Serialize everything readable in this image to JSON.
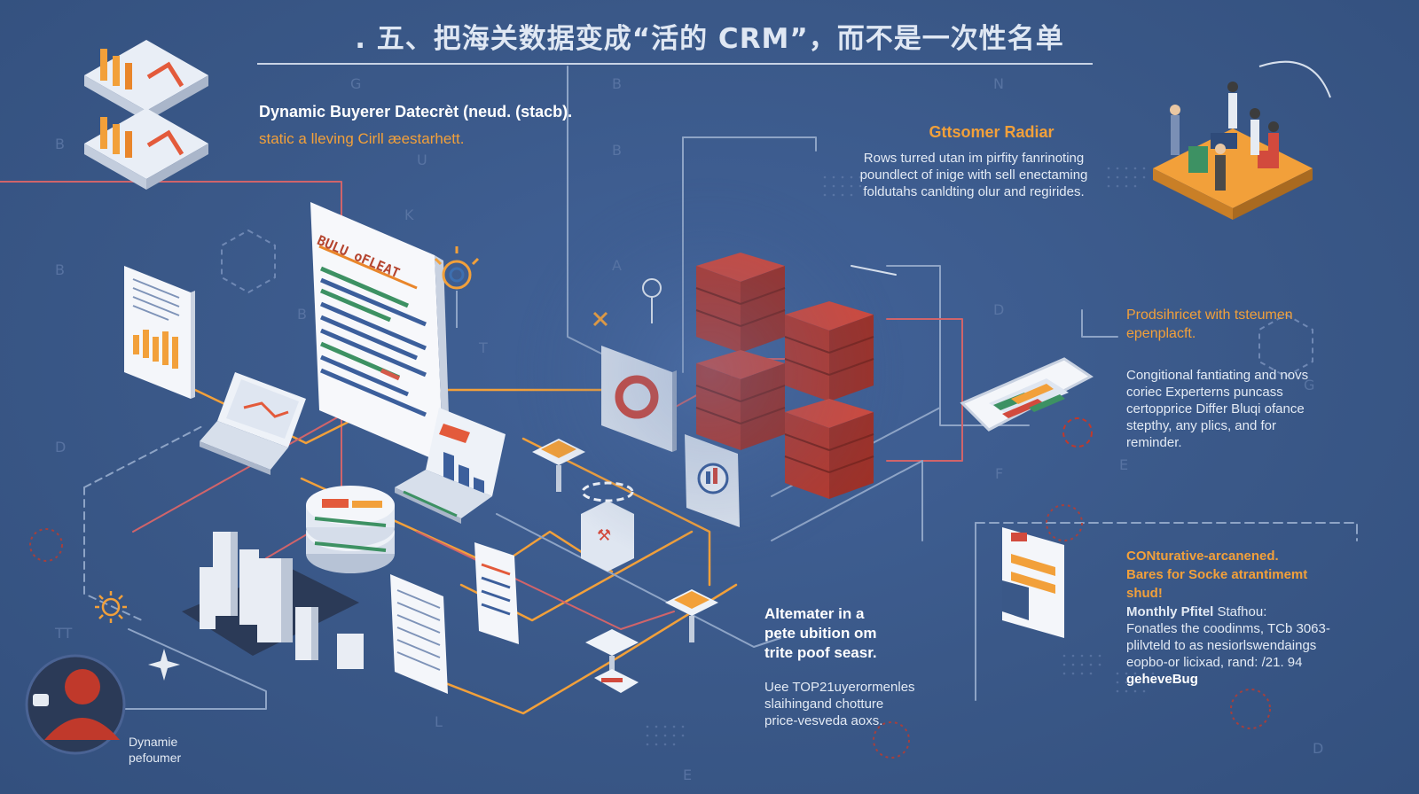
{
  "title": ". 五、把海关数据变成“活的 CRM”，而不是一次性名单",
  "top_left": {
    "heading": "Dynamic Buyerer Datecrèt (neud. (stacb).",
    "subheading": "static a lleving Cirll æestarhett."
  },
  "customer_radar": {
    "heading": "Gttsomer Radiar",
    "body": [
      "Rows turred utan im pirfity fanrinoting",
      "poundlect of inige with sell enectaming",
      "foldutahs canldting olur and regirides."
    ]
  },
  "right_mid": {
    "heading": [
      "Prodsihricet with tsteumen",
      "epenplacft."
    ],
    "body": [
      "Congitional fantiating and novs",
      "coriec Experterns puncass",
      "certopprice Differ Bluqi ofance",
      "stepthy, any plics, and for",
      "reminder."
    ]
  },
  "bottom_right": {
    "heading": [
      "CONturative-arcanened.",
      "Bares for Socke atrantimemt",
      "shud!"
    ],
    "lead_bold": "Monthly Pfitel",
    "lead_rest": " Stafhou:",
    "body": [
      "Fonatles the coodinms, TCb 3063-",
      "plilvteld to as nesiorlswendaings",
      "eopbo-or licixad, rand: /21. 94"
    ],
    "tail": "geheveBug"
  },
  "center_bottom": {
    "heading": [
      "Altemater in a",
      "pete ubition om",
      "trite poof seasr."
    ],
    "body": [
      "Uee TOP21uyerormenles",
      "slaihingand chotture",
      "price-vesveda aoxs."
    ]
  },
  "bottom_left": {
    "lines": [
      "Dynamie",
      "pefoumer"
    ]
  },
  "document_label": "BULU oFLEAT",
  "colors": {
    "background": "#3a5888",
    "accent_orange": "#f2a03a",
    "accent_red": "#c0392b",
    "connector_line": "#8ea4c6"
  }
}
